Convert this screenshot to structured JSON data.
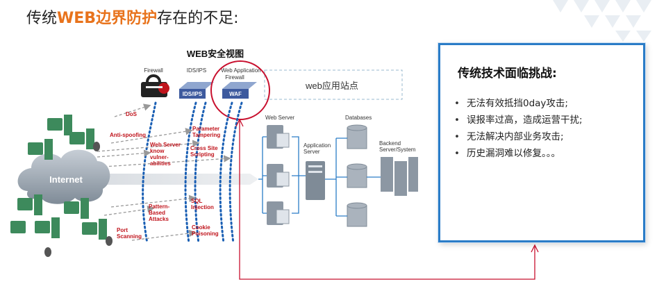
{
  "slide": {
    "title_prefix": "传统",
    "title_accent": "WEB边界防护",
    "title_suffix": "存在的不足:"
  },
  "diagram": {
    "title": "WEB安全视图",
    "devices": {
      "firewall": "Firewall",
      "ids_ips": "IDS/IPS",
      "waf_line1": "Web Application",
      "waf_line2": "Firewall",
      "ids_badge": "IDS/IPS",
      "waf_badge": "WAF"
    },
    "site_box_label": "web应用站点",
    "internet_label": "Internet",
    "servers": {
      "web_server": "Web Server",
      "app_server_line1": "Application",
      "app_server_line2": "Server",
      "databases": "Databases",
      "backend_line1": "Backend",
      "backend_line2": "Server/System"
    },
    "attacks": {
      "dos": "DoS",
      "anti_spoofing": "Anti-spoofing",
      "known_vuln": [
        "Web Server",
        "know",
        "vulner-",
        "abilities"
      ],
      "param_tamper": [
        "Parameter",
        "Tampering"
      ],
      "xss": [
        "Cross Site",
        "Scripting"
      ],
      "pattern": [
        "Pattern-",
        "Based",
        "Attacks"
      ],
      "sqli": [
        "SQL",
        "Injection"
      ],
      "port_scan": [
        "Port",
        "Scanning"
      ],
      "cookie": [
        "Cookie",
        "Poisoning"
      ]
    }
  },
  "panel": {
    "title": "传统技术面临挑战:",
    "items": [
      "无法有效抵挡0day攻击;",
      "误报率过高，造成运营干扰;",
      "无法解决内部业务攻击;",
      "历史漏洞难以修复。。。"
    ]
  },
  "colors": {
    "accent": "#e8731c",
    "attack_red": "#c0141c",
    "panel_border": "#2a7cc7",
    "shield_dots": "#1a5fb4",
    "red_line": "#c8102e"
  }
}
